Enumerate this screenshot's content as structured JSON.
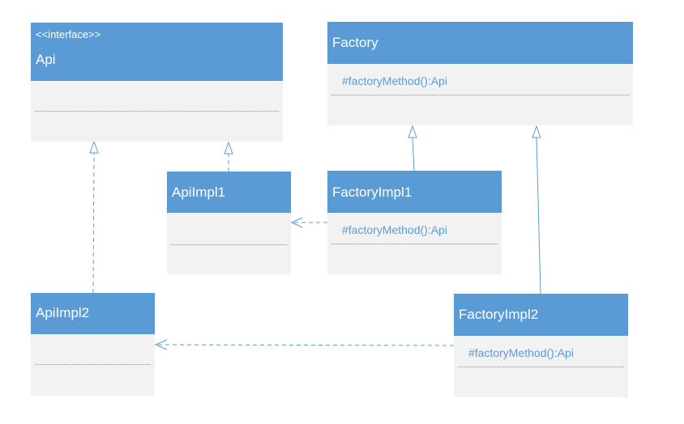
{
  "diagram": {
    "classes": {
      "api": {
        "stereotype": "<<interface>>",
        "name": "Api"
      },
      "factory": {
        "name": "Factory",
        "method": "#factoryMethod():Api"
      },
      "api_impl1": {
        "name": "ApiImpl1"
      },
      "factory_impl1": {
        "name": "FactoryImpl1",
        "method": "#factoryMethod():Api"
      },
      "api_impl2": {
        "name": "ApiImpl2"
      },
      "factory_impl2": {
        "name": "FactoryImpl2",
        "method": "#factoryMethod():Api"
      }
    },
    "relationships": [
      {
        "from": "ApiImpl1",
        "to": "Api",
        "kind": "realization"
      },
      {
        "from": "ApiImpl2",
        "to": "Api",
        "kind": "realization"
      },
      {
        "from": "FactoryImpl1",
        "to": "Factory",
        "kind": "generalization"
      },
      {
        "from": "FactoryImpl2",
        "to": "Factory",
        "kind": "generalization"
      },
      {
        "from": "FactoryImpl1",
        "to": "ApiImpl1",
        "kind": "dependency"
      },
      {
        "from": "FactoryImpl2",
        "to": "ApiImpl2",
        "kind": "dependency"
      }
    ],
    "colors": {
      "header": "#5b9bd5",
      "body": "#f2f2f2",
      "text_on_header": "#ffffff",
      "line": "#5b9bd5"
    }
  }
}
